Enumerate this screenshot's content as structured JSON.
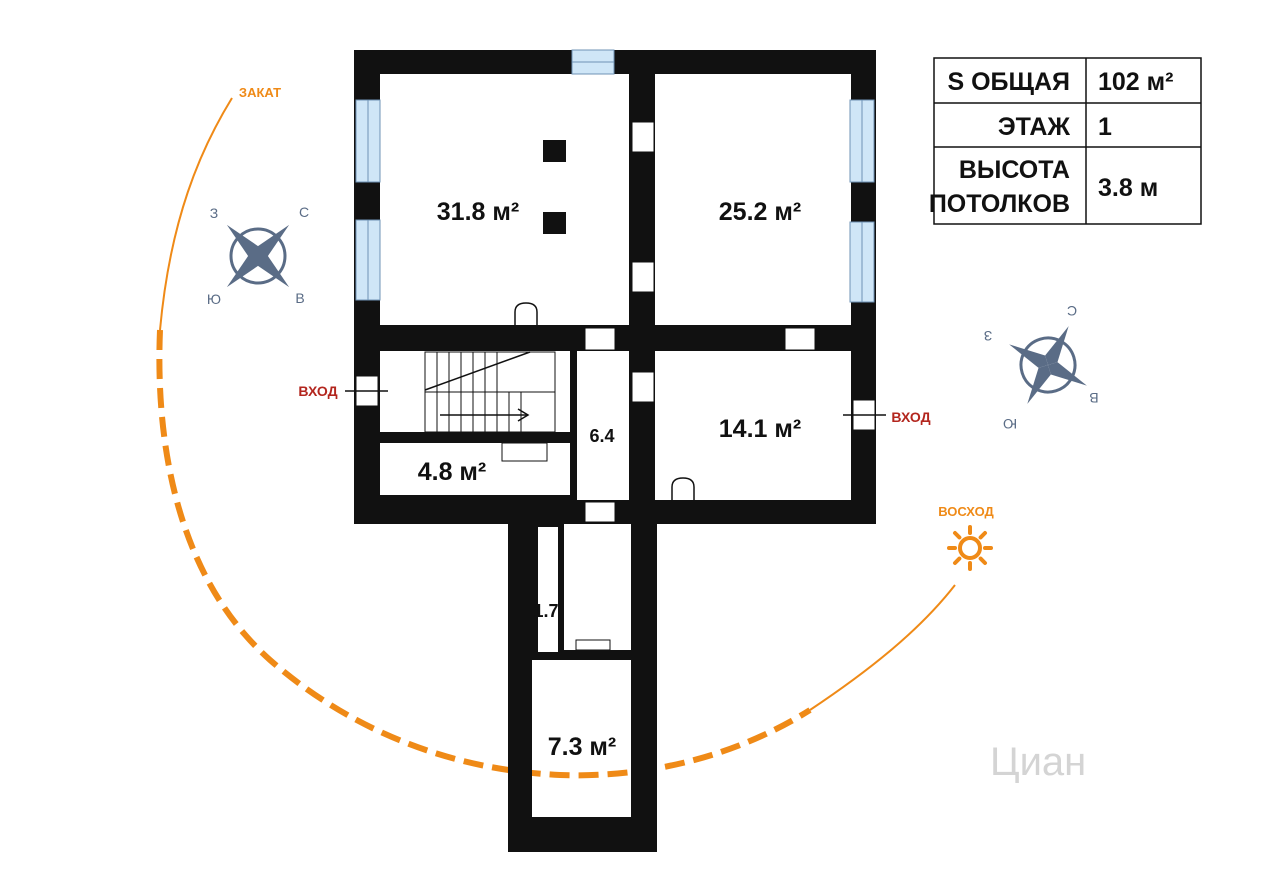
{
  "info_table": {
    "rows": [
      {
        "label": "S ОБЩАЯ",
        "value": "102 м²"
      },
      {
        "label": "ЭТАЖ",
        "value": "1"
      },
      {
        "label_lines": [
          "ВЫСОТА",
          "ПОТОЛКОВ"
        ],
        "value": "3.8 м"
      }
    ]
  },
  "rooms": {
    "room_1": "31.8 м²",
    "room_2": "25.2 м²",
    "room_3": "14.1 м²",
    "room_4": "4.8 м²",
    "corridor": "6.4",
    "storage": "1.7",
    "room_5": "7.3 м²"
  },
  "entries": {
    "left": "ВХОД",
    "right": "ВХОД"
  },
  "sun": {
    "sunset": "ЗАКАТ",
    "sunrise": "ВОСХОД"
  },
  "compass": {
    "north": "С",
    "east": "В",
    "south": "Ю",
    "west": "З"
  },
  "watermark": "Циан",
  "colors": {
    "wall": "#111111",
    "window": "#cfe6f7",
    "sun_path": "#ef8a17",
    "compass": "#5a6c86",
    "entry": "#b3261e"
  },
  "icons": [
    "moon-icon",
    "sun-icon",
    "compass-icon"
  ]
}
